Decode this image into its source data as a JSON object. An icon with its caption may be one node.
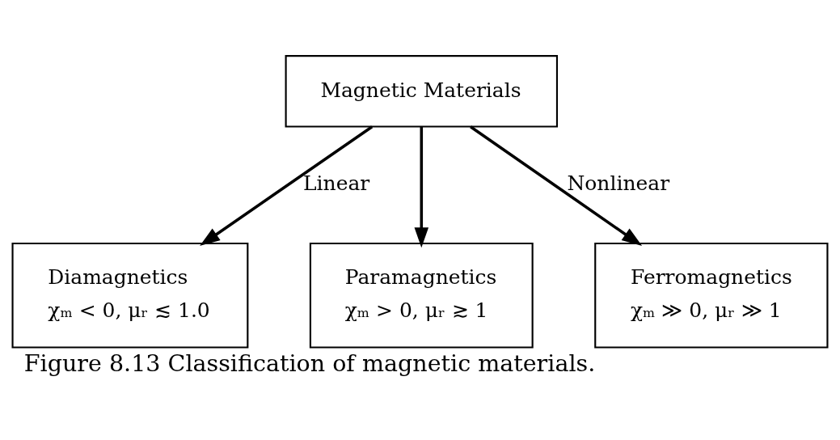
{
  "diagram": {
    "caption": "Figure 8.13 Classification of magnetic materials.",
    "nodes": [
      {
        "text": [
          "Magnetic Materials"
        ]
      },
      {
        "text": [
          "Diamagnetics",
          "χₘ < 0, μᵣ ≲ 1.0"
        ]
      },
      {
        "text": [
          "Paramagnetics",
          "χₘ > 0, μᵣ ≳ 1"
        ]
      },
      {
        "text": [
          "Ferromagnetics",
          "χₘ ≫ 0, μᵣ ≫ 1"
        ]
      }
    ],
    "edges": [
      {
        "from": 0,
        "to": 1,
        "arrow": "to",
        "label": "Linear"
      },
      {
        "from": 0,
        "to": 2,
        "arrow": "to"
      },
      {
        "from": 0,
        "to": 3,
        "arrow": "to",
        "label": "Nonlinear"
      }
    ]
  }
}
